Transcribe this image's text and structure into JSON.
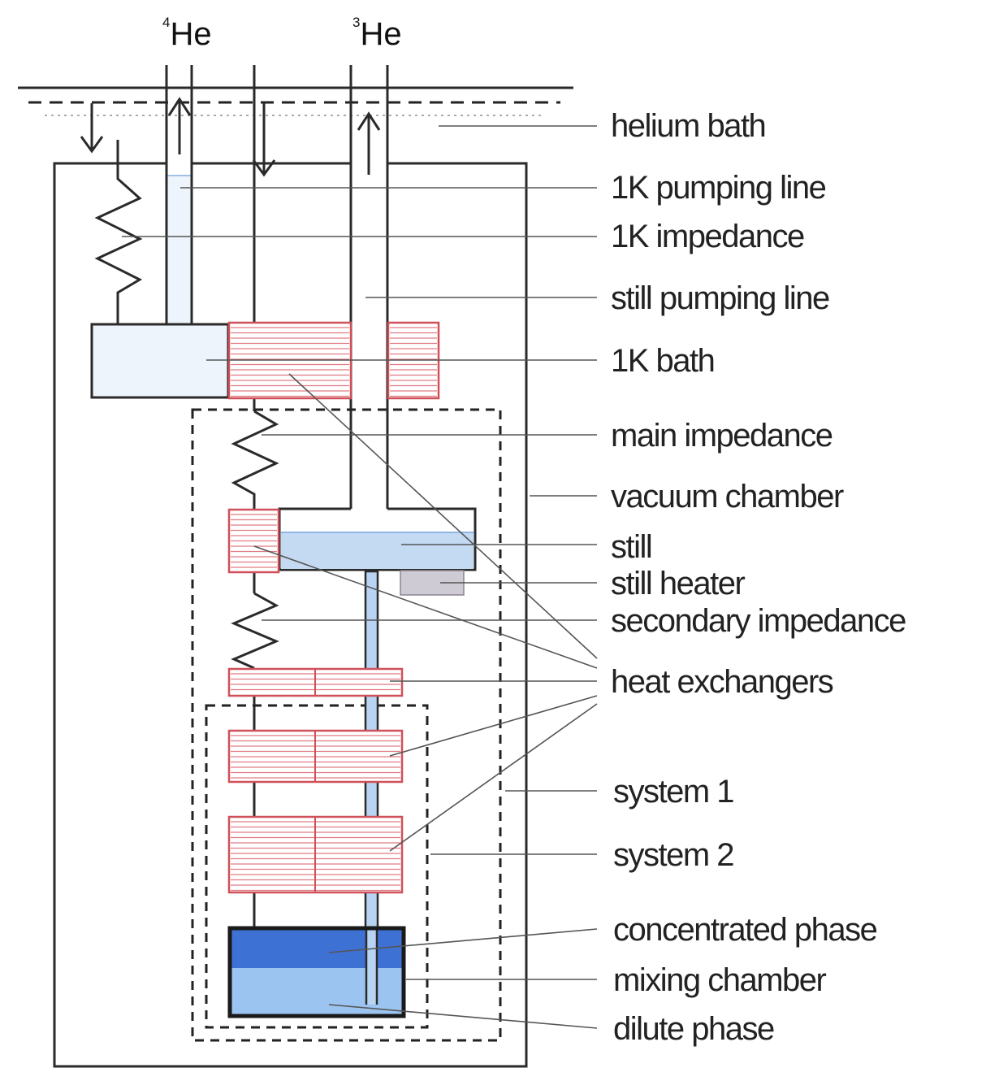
{
  "top_labels": {
    "he4": {
      "mass": "4",
      "symbol": "He"
    },
    "he3": {
      "mass": "3",
      "symbol": "He"
    }
  },
  "labels": {
    "helium_bath": "helium bath",
    "one_k_pumping_line": "1K pumping line",
    "one_k_impedance": "1K impedance",
    "still_pumping_line": "still pumping line",
    "one_k_bath": "1K bath",
    "main_impedance": "main impedance",
    "vacuum_chamber": "vacuum chamber",
    "still": "still",
    "still_heater": "still heater",
    "secondary_impedance": "secondary  impedance",
    "heat_exchangers": "heat exchangers",
    "system_1": "system 1",
    "system_2": "system 2",
    "concentrated_phase": "concentrated phase",
    "mixing_chamber": "mixing chamber",
    "dilute_phase": "dilute phase"
  },
  "colors": {
    "heat_exchanger": "#d0505a",
    "light_blue": "#eef4fb",
    "still_liquid": "#c4daf3",
    "tube_fill": "#b8d4f2",
    "concentrated_phase": "#3d72d4",
    "dilute_phase": "#9cc4f0",
    "still_heater": "#cfcbd4"
  }
}
